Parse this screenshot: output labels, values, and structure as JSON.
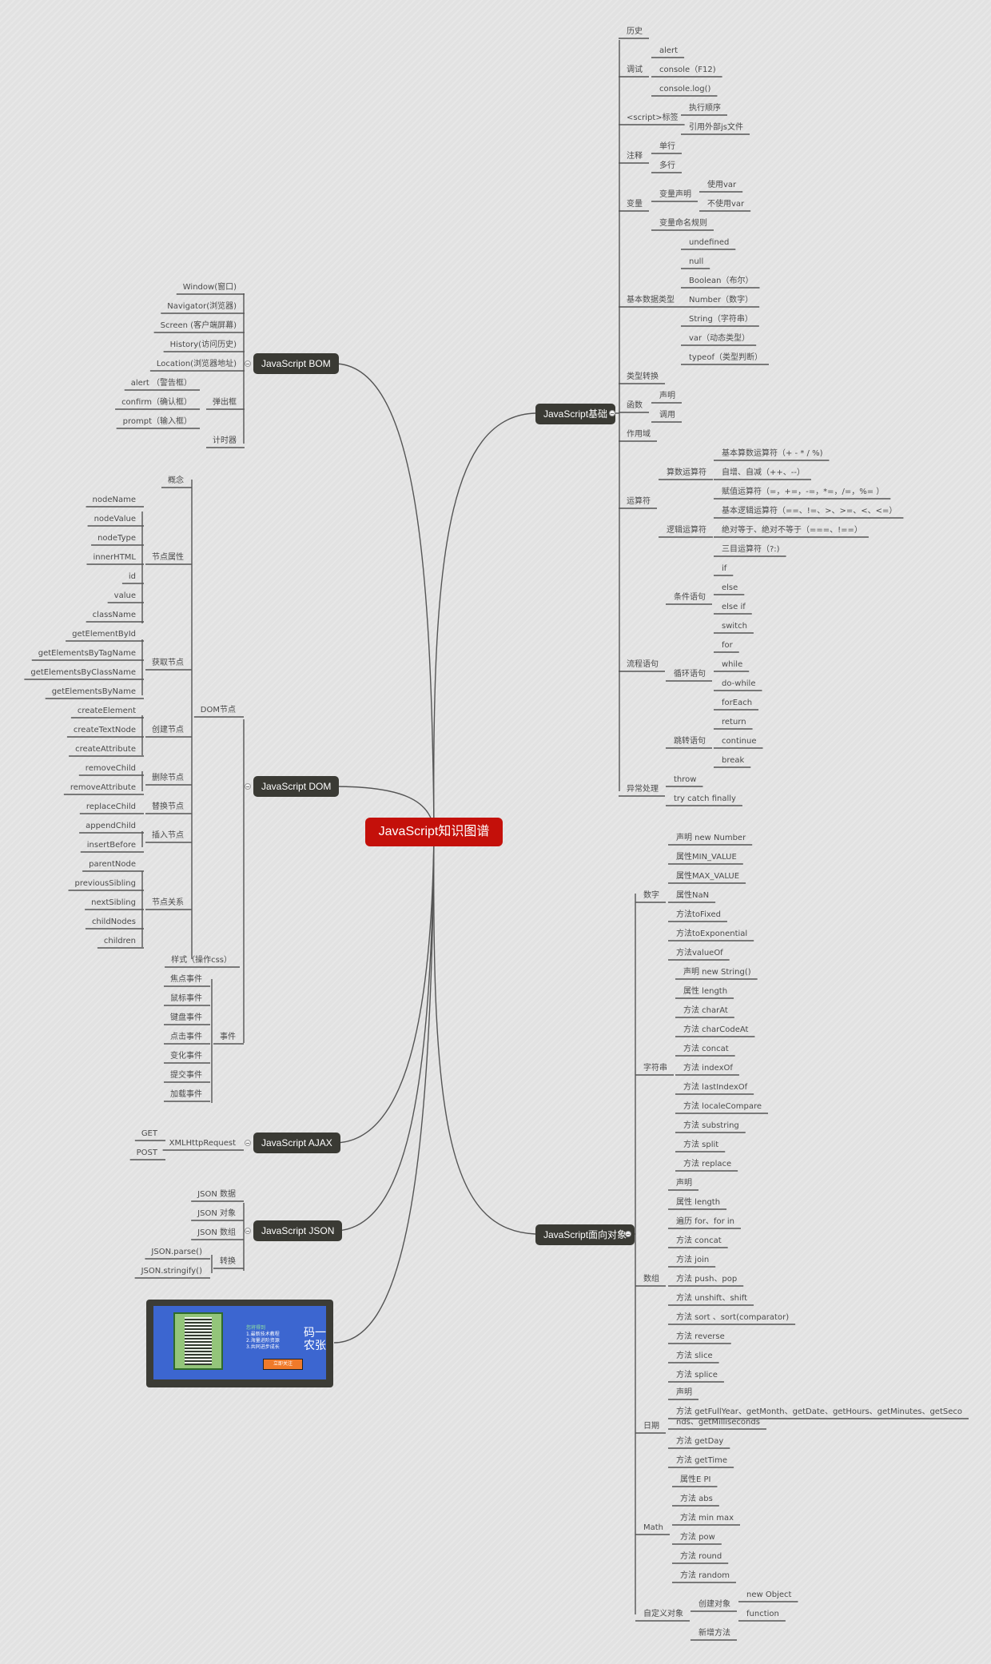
{
  "root": {
    "label": "JavaScript知识图谱",
    "color": "#c4100a"
  },
  "basics": {
    "label": "JavaScript基础",
    "history": "历史",
    "debug": {
      "label": "调试",
      "items": [
        "alert",
        "console（F12)",
        "console.log()"
      ]
    },
    "script_tag": {
      "label": "<script>标签",
      "items": [
        "执行顺序",
        "引用外部js文件"
      ]
    },
    "comments": {
      "label": "注释",
      "items": [
        "单行",
        "多行"
      ]
    },
    "variables": {
      "label": "变量",
      "declare": {
        "label": "变量声明",
        "items": [
          "使用var",
          "不使用var"
        ]
      },
      "naming": "变量命名规则"
    },
    "datatypes": {
      "label": "基本数据类型",
      "items": [
        "undefined",
        "null",
        "Boolean（布尔）",
        "Number（数字）",
        "String（字符串）",
        "var（动态类型）",
        "typeof（类型判断）"
      ]
    },
    "conversion": "类型转换",
    "functions": {
      "label": "函数",
      "items": [
        "声明",
        "调用"
      ]
    },
    "scope": "作用域",
    "operators": {
      "label": "运算符",
      "arith": {
        "label": "算数运算符",
        "items": [
          "基本算数运算符（+ - * / %)",
          "自增、自减（++、--）",
          "赋值运算符（=，+=，-=，*=，/=，%= ）"
        ]
      },
      "logic": {
        "label": "逻辑运算符",
        "items": [
          "基本逻辑运算符（==、!=、>、>=、<、<=）",
          "绝对等于、绝对不等于（===、!==）",
          "三目运算符（?:)"
        ]
      }
    },
    "flow": {
      "label": "流程语句",
      "cond": {
        "label": "条件语句",
        "items": [
          "if",
          "else",
          "else if",
          "switch"
        ]
      },
      "loop": {
        "label": "循环语句",
        "items": [
          "for",
          "while",
          "do-while",
          "forEach"
        ]
      },
      "jump": {
        "label": "跳转语句",
        "items": [
          "return",
          "continue",
          "break"
        ]
      }
    },
    "exceptions": {
      "label": "异常处理",
      "items": [
        "throw",
        "try catch finally"
      ]
    }
  },
  "oop": {
    "label": "JavaScript面向对象",
    "number": {
      "label": "数字",
      "items": [
        "声明 new  Number",
        "属性MIN_VALUE",
        "属性MAX_VALUE",
        "属性NaN",
        "方法toFixed",
        "方法toExponential",
        "方法valueOf"
      ]
    },
    "string": {
      "label": "字符串",
      "items": [
        "声明 new String()",
        "属性 length",
        "方法 charAt",
        "方法 charCodeAt",
        "方法 concat",
        "方法 indexOf",
        "方法 lastIndexOf",
        "方法 localeCompare",
        "方法 substring",
        "方法 split",
        "方法 replace"
      ]
    },
    "array": {
      "label": "数组",
      "items": [
        "声明",
        "属性 length",
        "遍历 for、for in",
        "方法 concat",
        "方法 join",
        "方法 push、pop",
        "方法 unshift、shift",
        "方法 sort 、sort(comparator)",
        "方法 reverse",
        "方法 slice",
        "方法 splice"
      ]
    },
    "date": {
      "label": "日期",
      "items": [
        "声明",
        "方法  getFullYear、getMonth、getDate、getHours、getMinutes、getSeco",
        "nds、getMilliseconds",
        "方法  getDay",
        "方法  getTime"
      ]
    },
    "math": {
      "label": "Math",
      "items": [
        "属性E PI",
        "方法 abs",
        "方法 min max",
        "方法 pow",
        "方法 round",
        "方法 random"
      ]
    },
    "custom": {
      "label": "自定义对象",
      "create": {
        "label": "创建对象",
        "items": [
          "new Object",
          "function"
        ]
      },
      "add_method": "新增方法"
    }
  },
  "bom": {
    "label": "JavaScript BOM",
    "items": [
      "Window(窗口)",
      "Navigator(浏览器)",
      "Screen (客户端屏幕)",
      "History(访问历史)",
      "Location(浏览器地址)"
    ],
    "popup": {
      "label": "弹出框",
      "items": [
        "alert  （警告框）",
        "confirm（确认框）",
        "prompt（输入框）"
      ]
    },
    "timer": "计时器"
  },
  "dom": {
    "label": "JavaScript DOM",
    "dom_nodes": {
      "label": "DOM节点",
      "concept": "概念",
      "props": {
        "label": "节点属性",
        "items": [
          "nodeName",
          "nodeValue",
          "nodeType",
          "innerHTML",
          "id",
          "value",
          "className"
        ]
      },
      "get": {
        "label": "获取节点",
        "items": [
          "getElementById",
          "getElementsByTagName",
          "getElementsByClassName",
          "getElementsByName"
        ]
      },
      "create": {
        "label": "创建节点",
        "items": [
          "createElement",
          "createTextNode",
          "createAttribute"
        ]
      },
      "remove": {
        "label": "删除节点",
        "items": [
          "removeChild",
          "removeAttribute"
        ]
      },
      "replace": {
        "label": "替换节点",
        "items": [
          "replaceChild"
        ]
      },
      "insert": {
        "label": "插入节点",
        "items": [
          "appendChild",
          "insertBefore"
        ]
      },
      "relations": {
        "label": "节点关系",
        "items": [
          "parentNode",
          "previousSibling",
          "nextSibling",
          "childNodes",
          "children"
        ]
      }
    },
    "style": "样式（操作css）",
    "events": {
      "label": "事件",
      "items": [
        "焦点事件",
        "鼠标事件",
        "键盘事件",
        "点击事件",
        "变化事件",
        "提交事件",
        "加载事件"
      ]
    }
  },
  "ajax": {
    "label": "JavaScript AJAX",
    "xhr": {
      "label": "XMLHttpRequest",
      "items": [
        "GET",
        "POST"
      ]
    }
  },
  "json": {
    "label": "JavaScript JSON",
    "items": [
      "JSON 数据",
      "JSON 对象",
      "JSON 数组"
    ],
    "convert": {
      "label": "转换",
      "items": [
        "JSON.parse()",
        "JSON.stringify()"
      ]
    }
  },
  "promo": {
    "heading": "您将得到",
    "lines": [
      "1.最新技术教程",
      "2.海量进阶资源",
      "3.共同进步成长"
    ],
    "brand_line1": "码一",
    "brand_line2": "农张",
    "button": "立即关注"
  }
}
